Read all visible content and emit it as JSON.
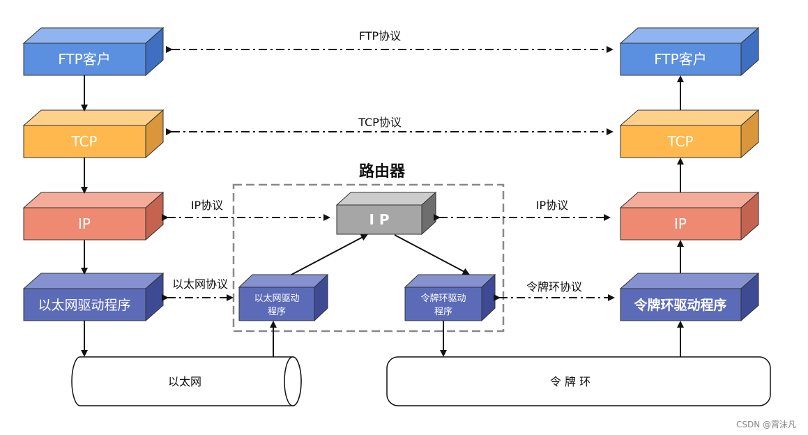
{
  "boxes": {
    "ftp_left": "FTP客户",
    "tcp_left": "TCP",
    "ip_left": "IP",
    "eth_driver_left": "以太网驱动程序",
    "ftp_right": "FTP客户",
    "tcp_right": "TCP",
    "ip_right": "IP",
    "token_driver_right": "令牌环驱动程序",
    "router_ip": "I P",
    "router_eth_driver_l1": "以太网驱动",
    "router_eth_driver_l2": "程序",
    "router_token_driver_l1": "令牌环驱动",
    "router_token_driver_l2": "程序"
  },
  "protocols": {
    "ftp": "FTP协议",
    "tcp": "TCP协议",
    "ip_left": "IP协议",
    "ip_right": "IP协议",
    "ethernet": "以太网协议",
    "token_ring": "令牌环协议"
  },
  "router_title": "路由器",
  "media": {
    "ethernet": "以太网",
    "token_ring": "令 牌 环"
  },
  "watermark": "CSDN @霄沫凡",
  "colors": {
    "ftp": "#5b8fe0",
    "tcp": "#ffb84d",
    "ip": "#ef8a72",
    "driver": "#5b6bb8",
    "router_ip": "#a6a6a6"
  }
}
